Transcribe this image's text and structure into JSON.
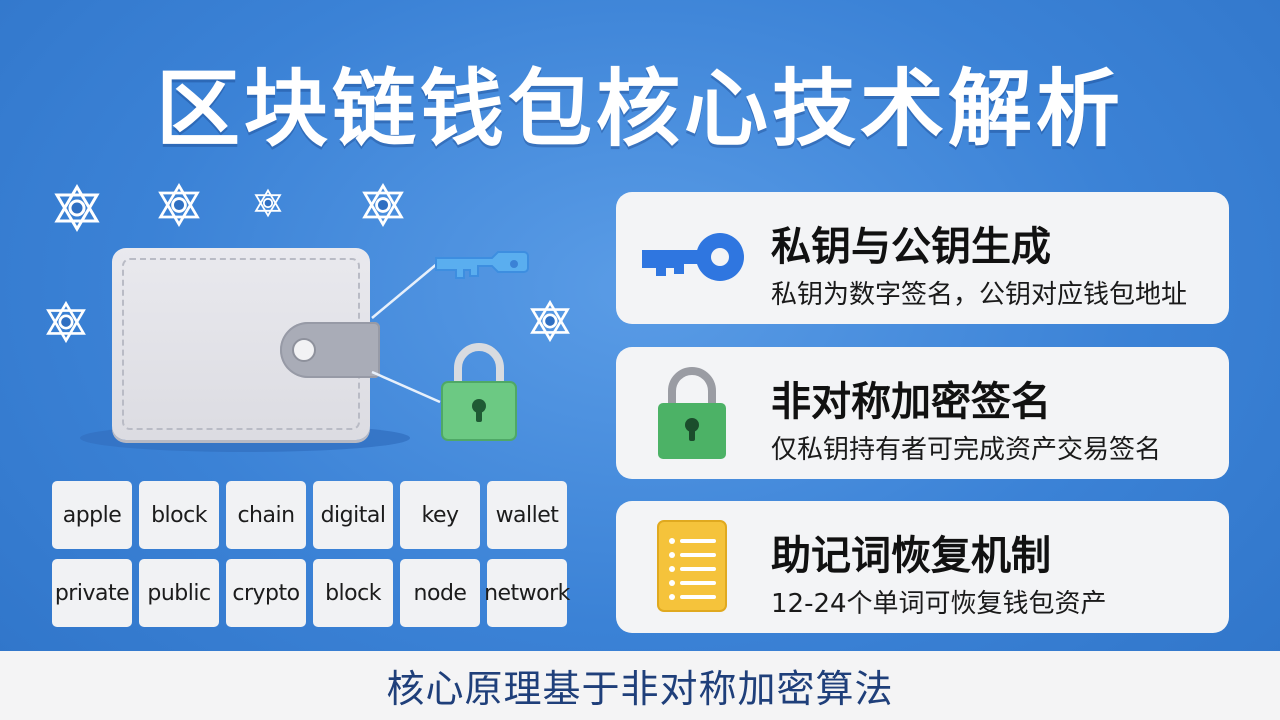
{
  "title": "区块链钱包核心技术解析",
  "cards": [
    {
      "title": "私钥与公钥生成",
      "desc": "私钥为数字签名，公钥对应钱包地址",
      "icon": "key-icon"
    },
    {
      "title": "非对称加密签名",
      "desc": "仅私钥持有者可完成资产交易签名",
      "icon": "padlock-icon"
    },
    {
      "title": "助记词恢复机制",
      "desc": "12-24个单词可恢复钱包资产",
      "icon": "checklist-icon"
    }
  ],
  "words": [
    "apple",
    "block",
    "chain",
    "digital",
    "key",
    "wallet",
    "private",
    "public",
    "crypto",
    "block",
    "node",
    "network"
  ],
  "footer": "核心原理基于非对称加密算法",
  "colors": {
    "background": "#3d86d9",
    "key": "#2f76e0",
    "lock": "#5cbf72",
    "note": "#f5c33b"
  }
}
